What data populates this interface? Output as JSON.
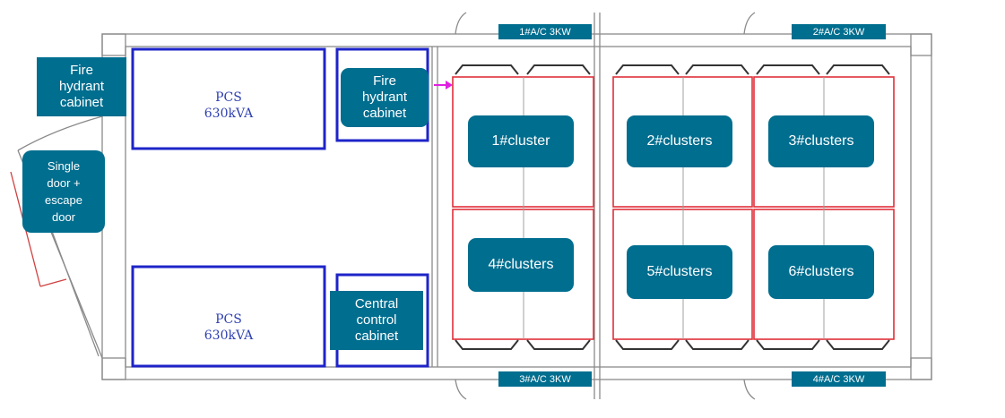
{
  "colors": {
    "label_bg": "#006e8f",
    "label_text": "#ffffff",
    "equipment_blue": "#1e24c8",
    "battery_red": "#e0303a",
    "wall_gray": "#8a8a8a",
    "pcs_text": "#2e3fb0"
  },
  "pcs": [
    {
      "line1": "PCS",
      "line2": "630kVA"
    },
    {
      "line1": "PCS",
      "line2": "630kVA"
    }
  ],
  "labels": {
    "fire_cabinet_left": "Fire hydrant cabinet",
    "fire_cabinet_inner": "Fire hydrant cabinet",
    "door": "Single door + escape door",
    "central_cabinet": "Central control cabinet"
  },
  "clusters": [
    "1#cluster",
    "2#clusters",
    "3#clusters",
    "4#clusters",
    "5#clusters",
    "6#clusters"
  ],
  "ac_units": [
    "1#A/C 3KW",
    "2#A/C 3KW",
    "3#A/C 3KW",
    "4#A/C 3KW"
  ],
  "icons": {
    "inlet_marker": "arrow-right-icon"
  }
}
